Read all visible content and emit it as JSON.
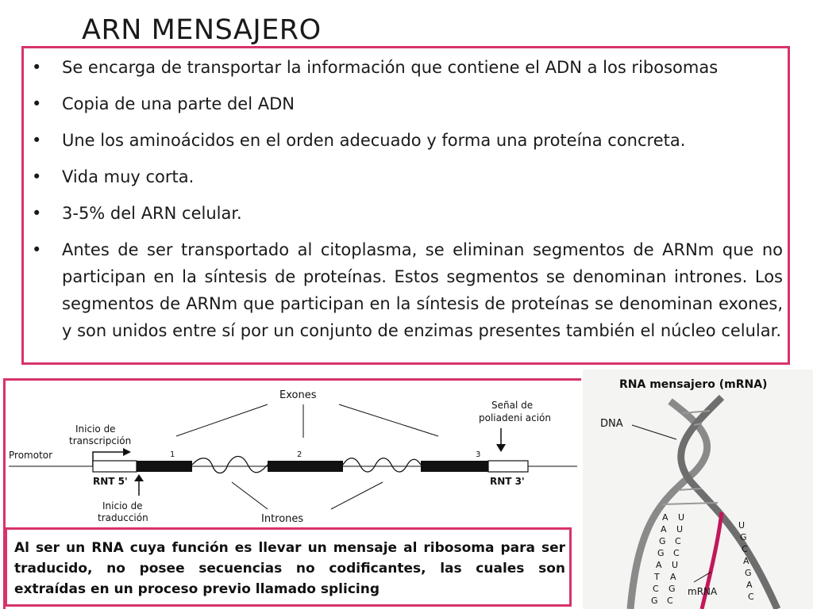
{
  "title": "ARN MENSAJERO",
  "bullets": [
    "Se encarga de transportar la información que contiene el ADN a los ribosomas",
    "Copia de una parte del ADN",
    "Une los aminoácidos en el orden adecuado y forma una proteína concreta.",
    "Vida muy corta.",
    "3-5% del ARN celular.",
    "Antes de ser transportado al citoplasma,  se eliminan segmentos de ARNm que no participan en la síntesis de proteínas. Estos segmentos se denominan intrones. Los segmentos de ARNm que participan en la síntesis de proteínas se denominan exones, y son unidos entre sí por un conjunto de enzimas presentes también el núcleo celular."
  ],
  "gene_diagram": {
    "exones_label": "Exones",
    "senal_line1": "Señal de",
    "senal_line2": "poliadeni ación",
    "inicio_transcripcion_line1": "Inicio de",
    "inicio_transcripcion_line2": "transcripción",
    "promotor_label": "Promotor",
    "rnt5_label": "RNT 5'",
    "rnt3_label": "RNT 3'",
    "inicio_traduccion_line1": "Inicio de",
    "inicio_traduccion_line2": "traducción",
    "intrones_label": "Intrones",
    "exon_numbers": [
      "1",
      "2",
      "3"
    ]
  },
  "caption": "Al ser un RNA cuya función es llevar un mensaje al ribosoma para ser traducido, no posee secuencias no codificantes, las cuales son extraídas en un proceso previo llamado splicing",
  "mrna_figure": {
    "title": "RNA mensajero (mRNA)",
    "dna_label": "DNA",
    "mrna_label": "mRNA",
    "pairs_left": [
      "A",
      "A",
      "G",
      "G",
      "A",
      "T",
      "C",
      "G"
    ],
    "pairs_mid": [
      "U",
      "U",
      "C",
      "C",
      "U",
      "A",
      "G",
      "C"
    ],
    "pairs_right": [
      "U",
      "G",
      "C",
      "A",
      "G",
      "A",
      "C"
    ]
  },
  "colors": {
    "accent_border": "#d6336c",
    "mrna_strand": "#c2185b"
  }
}
